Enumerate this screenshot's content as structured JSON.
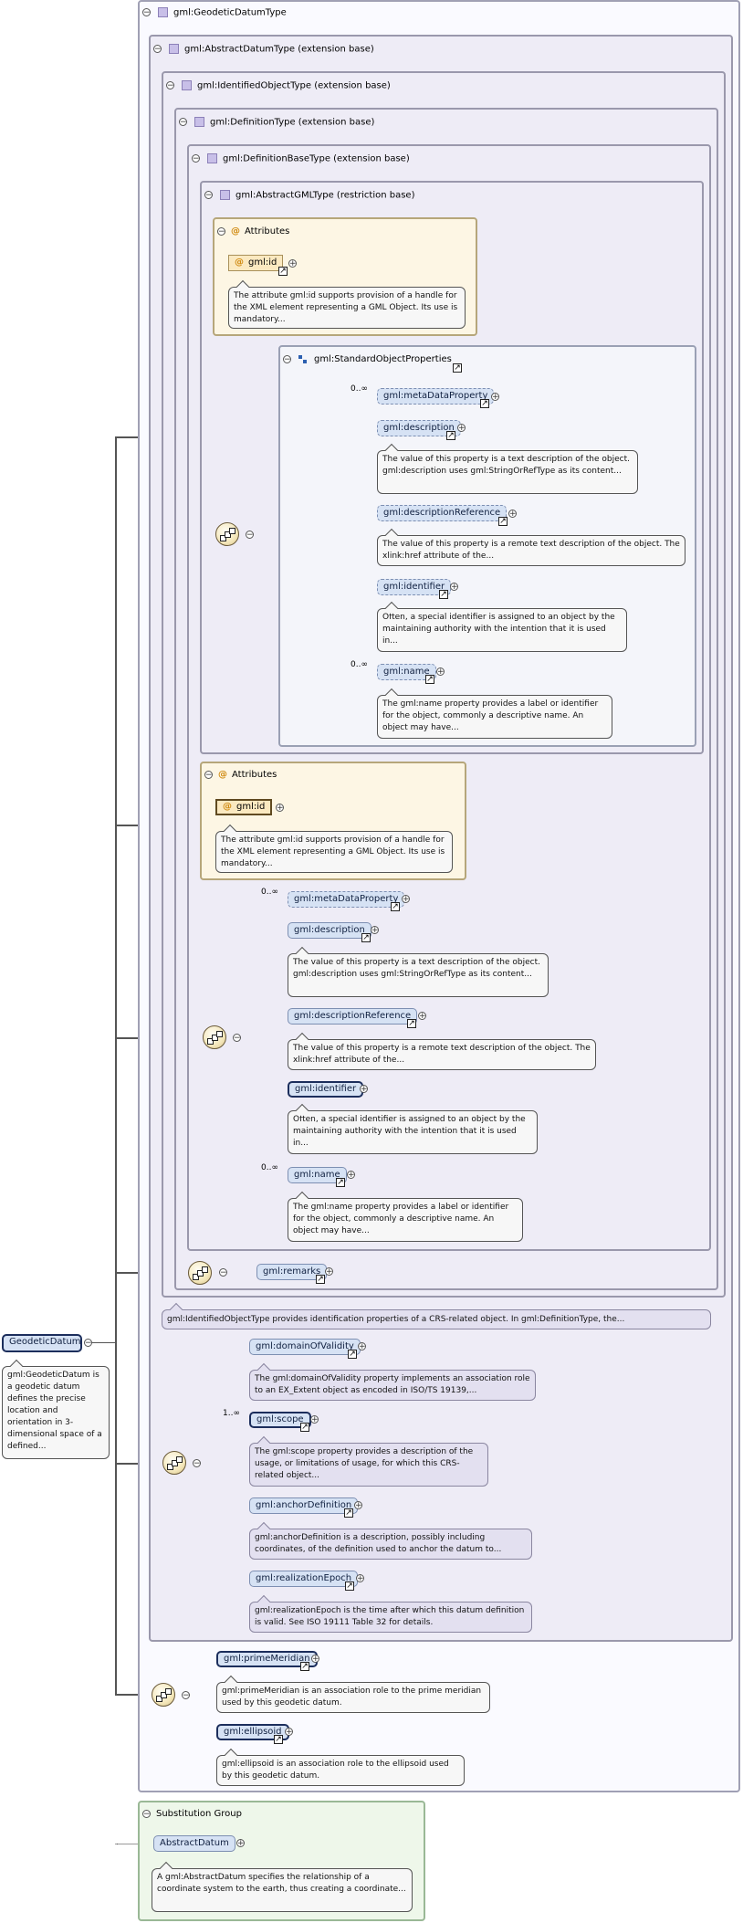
{
  "root": {
    "name": "GeodeticDatum",
    "doc": "gml:GeodeticDatum is a geodetic datum defines the precise location and orientation in 3-dimensional space of a defined..."
  },
  "type_boxes": {
    "geodetic_datum_type": "gml:GeodeticDatumType",
    "abstract_datum_type": "gml:AbstractDatumType (extension base)",
    "identified_object_type": "gml:IdentifiedObjectType (extension base)",
    "definition_type": "gml:DefinitionType (extension base)",
    "definition_base_type": "gml:DefinitionBaseType (extension base)",
    "abstract_gml_type": "gml:AbstractGMLType (restriction base)"
  },
  "attributes": {
    "title": "Attributes",
    "id_label": "gml:id",
    "id_doc": "The attribute gml:id supports provision of a handle for the XML element representing a GML Object. Its use is mandatory..."
  },
  "standard_object_properties": {
    "title": "gml:StandardObjectProperties"
  },
  "cardinality": {
    "zero_many": "0..∞",
    "one_many": "1..∞"
  },
  "properties": {
    "meta_data_property": "gml:metaDataProperty",
    "description": "gml:description",
    "description_doc": "The value of this property is a text description of the object. gml:description uses gml:StringOrRefType as its content...",
    "description_reference": "gml:descriptionReference",
    "description_reference_doc": "The value of this property is a remote text description of the object. The xlink:href attribute of the...",
    "identifier": "gml:identifier",
    "identifier_doc": "Often, a special identifier is assigned to an object by the maintaining authority with the intention that it is used in...",
    "name": "gml:name",
    "name_doc": "The gml:name property provides a label or identifier for the object, commonly a descriptive name. An object may have...",
    "remarks": "gml:remarks"
  },
  "identified_object_doc": "gml:IdentifiedObjectType provides identification properties of a CRS-related object. In gml:DefinitionType, the...",
  "datum_properties": {
    "domain_of_validity": "gml:domainOfValidity",
    "domain_of_validity_doc": "The gml:domainOfValidity property implements an association role to an EX_Extent object as encoded in ISO/TS 19139,...",
    "scope": "gml:scope",
    "scope_doc": "The gml:scope property provides a description of the usage, or limitations of usage, for which this CRS-related object...",
    "anchor_definition": "gml:anchorDefinition",
    "anchor_definition_doc": "gml:anchorDefinition is a description, possibly including coordinates, of the definition used to anchor the datum to...",
    "realization_epoch": "gml:realizationEpoch",
    "realization_epoch_doc": "gml:realizationEpoch is the time after which this datum definition is valid. See ISO 19111 Table 32 for details."
  },
  "geodetic_properties": {
    "prime_meridian": "gml:primeMeridian",
    "prime_meridian_doc": "gml:primeMeridian is an association role to the prime meridian used by this geodetic datum.",
    "ellipsoid": "gml:ellipsoid",
    "ellipsoid_doc": "gml:ellipsoid is an association role to the ellipsoid used by this geodetic datum."
  },
  "substitution_group": {
    "title": "Substitution Group",
    "element": "AbstractDatum",
    "doc": "A gml:AbstractDatum specifies the relationship of a coordinate system to the earth, thus creating a coordinate..."
  },
  "symbols": {
    "collapse": "−",
    "expand": "+",
    "at": "@",
    "ref_arrow": "↗"
  },
  "colors": {
    "element_fill": "#d6e2f4",
    "attribute_fill": "#fbe9c0",
    "type_box_fill": "#eeecf6",
    "substitution_fill": "#eef7ea"
  }
}
